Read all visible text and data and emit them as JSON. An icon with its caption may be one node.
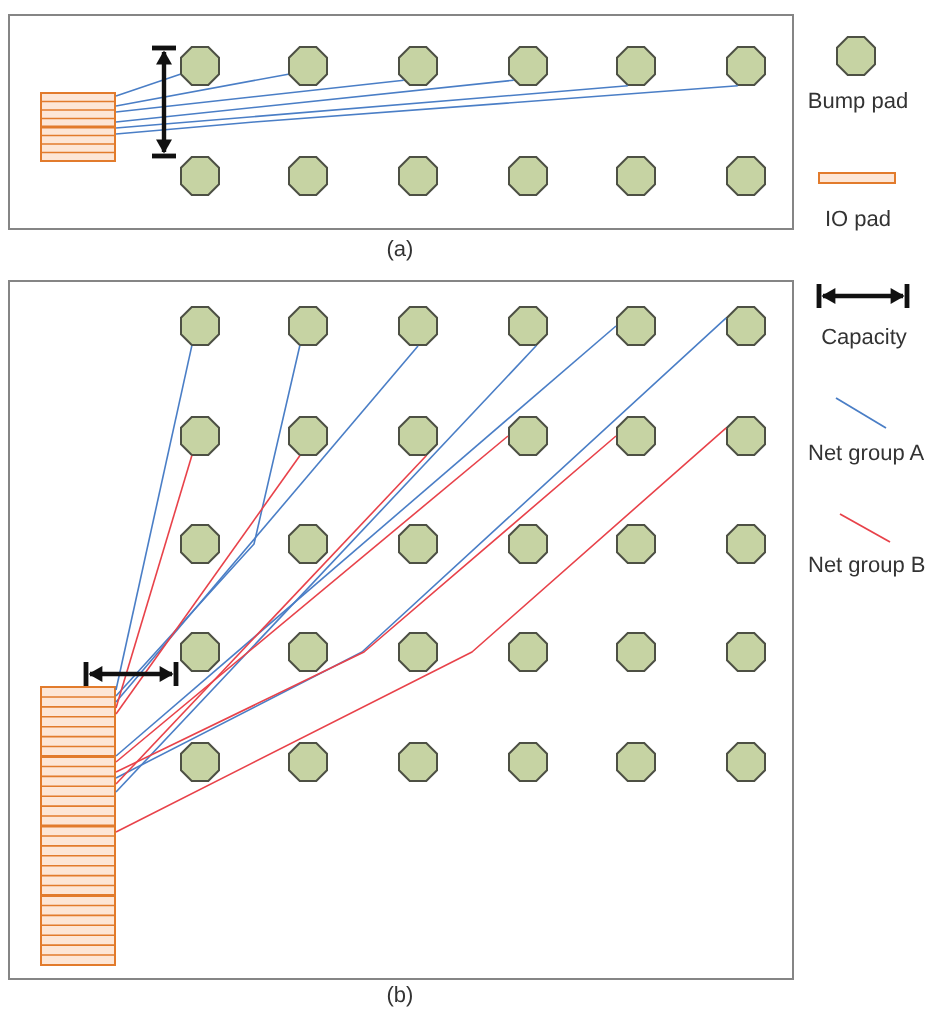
{
  "diagram": {
    "nodes": [
      {
        "text": [],
        "shape": "octagon"
      },
      {
        "text": [],
        "shape": "octagon"
      },
      {
        "text": [],
        "shape": "octagon"
      },
      {
        "text": [],
        "shape": "octagon"
      },
      {
        "text": [],
        "shape": "octagon"
      },
      {
        "text": [],
        "shape": "octagon"
      },
      {
        "text": [],
        "shape": "box"
      },
      {
        "text": [],
        "shape": "octagon"
      },
      {
        "text": [],
        "shape": "octagon"
      },
      {
        "text": [],
        "shape": "octagon"
      },
      {
        "text": [],
        "shape": "octagon"
      },
      {
        "text": [],
        "shape": "octagon"
      },
      {
        "text": [],
        "shape": "octagon"
      },
      {
        "text": [],
        "shape": "octagon"
      },
      {
        "text": [],
        "shape": "octagon"
      },
      {
        "text": [],
        "shape": "octagon"
      },
      {
        "text": [],
        "shape": "octagon"
      },
      {
        "text": [],
        "shape": "octagon"
      },
      {
        "text": [],
        "shape": "octagon"
      },
      {
        "text": [],
        "shape": "octagon"
      },
      {
        "text": [],
        "shape": "octagon"
      },
      {
        "text": [],
        "shape": "octagon"
      },
      {
        "text": [],
        "shape": "octagon"
      },
      {
        "text": [],
        "shape": "octagon"
      },
      {
        "text": [],
        "shape": "octagon"
      },
      {
        "text": [],
        "shape": "octagon"
      },
      {
        "text": [],
        "shape": "octagon"
      },
      {
        "text": [],
        "shape": "octagon"
      },
      {
        "text": [],
        "shape": "octagon"
      },
      {
        "text": [],
        "shape": "octagon"
      },
      {
        "text": [],
        "shape": "octagon"
      },
      {
        "text": [],
        "shape": "octagon"
      },
      {
        "text": [],
        "shape": "octagon"
      },
      {
        "text": [],
        "shape": "octagon"
      },
      {
        "text": [],
        "shape": "octagon"
      },
      {
        "text": [],
        "shape": "octagon"
      },
      {
        "text": [],
        "shape": "octagon"
      },
      {
        "text": [],
        "shape": "octagon"
      },
      {
        "text": [],
        "shape": "octagon"
      },
      {
        "text": [],
        "shape": "octagon"
      },
      {
        "text": [],
        "shape": "octagon"
      },
      {
        "text": [],
        "shape": "octagon"
      },
      {
        "text": [],
        "shape": "octagon"
      },
      {
        "text": [],
        "shape": "box"
      }
    ],
    "edges": [
      {
        "from": 6,
        "to": 0,
        "arrow": "none"
      },
      {
        "from": 6,
        "to": 1,
        "arrow": "none"
      },
      {
        "from": 6,
        "to": 2,
        "arrow": "none"
      },
      {
        "from": 6,
        "to": 3,
        "arrow": "none"
      },
      {
        "from": 6,
        "to": 4,
        "arrow": "none"
      },
      {
        "from": 6,
        "to": 5,
        "arrow": "none"
      },
      {
        "from": 43,
        "to": 13,
        "arrow": "none"
      },
      {
        "from": 43,
        "to": 14,
        "arrow": "none"
      },
      {
        "from": 43,
        "to": 15,
        "arrow": "none"
      },
      {
        "from": 43,
        "to": 16,
        "arrow": "none"
      },
      {
        "from": 43,
        "to": 17,
        "arrow": "none"
      },
      {
        "from": 43,
        "to": 18,
        "arrow": "none"
      },
      {
        "from": 43,
        "to": 19,
        "arrow": "none",
        "color": "#e8424a"
      },
      {
        "from": 43,
        "to": 20,
        "arrow": "none",
        "color": "#e8424a"
      },
      {
        "from": 43,
        "to": 21,
        "arrow": "none",
        "color": "#e8424a"
      },
      {
        "from": 43,
        "to": 22,
        "arrow": "none",
        "color": "#e8424a"
      },
      {
        "from": 43,
        "to": 23,
        "arrow": "none",
        "color": "#e8424a"
      },
      {
        "from": 43,
        "to": 24,
        "arrow": "none",
        "color": "#e8424a"
      }
    ],
    "labels": [
      "(a)",
      "(b)"
    ],
    "legend": [
      {
        "text": "Bump pad"
      },
      {
        "text": "IO pad"
      },
      {
        "text": "Capacity"
      },
      {
        "text": "Net group A"
      },
      {
        "text": "Net group B"
      }
    ]
  }
}
